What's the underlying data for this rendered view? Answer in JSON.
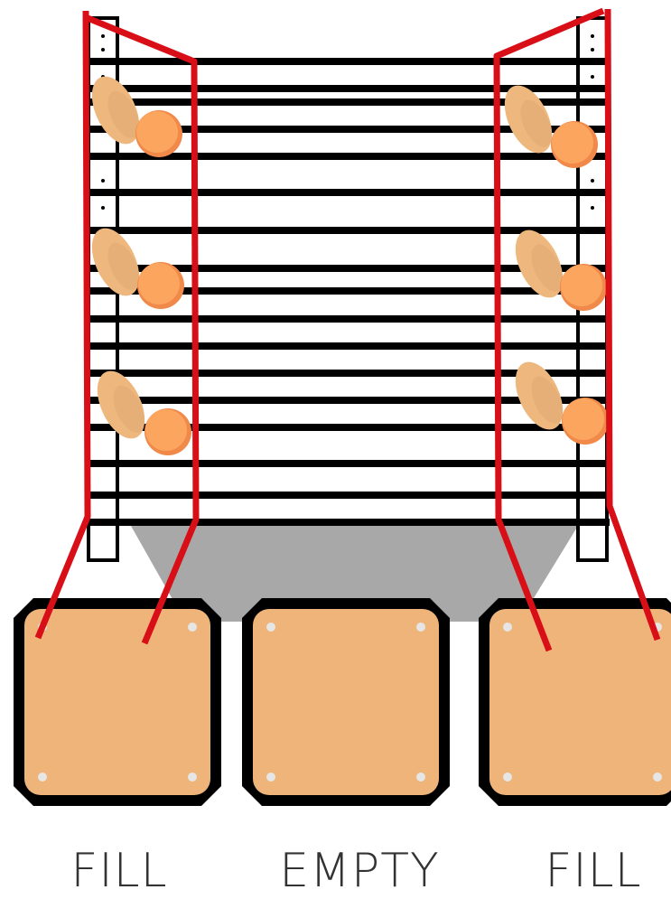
{
  "bins": [
    {
      "label": "FILL",
      "state": "fill"
    },
    {
      "label": "EMPTY",
      "state": "empty"
    },
    {
      "label": "FILL",
      "state": "fill"
    }
  ],
  "colors": {
    "bar": "#000000",
    "chute": "#a8a8a8",
    "bin_fill": "#efb479",
    "bin_border": "#000000",
    "guide": "#d90f18",
    "potato": "#edb77e",
    "potato_shade": "#d9a06a",
    "orange": "#fba55f",
    "orange_shade": "#f0894a"
  },
  "icons": [
    "sweet-potato-icon",
    "orange-icon",
    "bolt-icon"
  ]
}
